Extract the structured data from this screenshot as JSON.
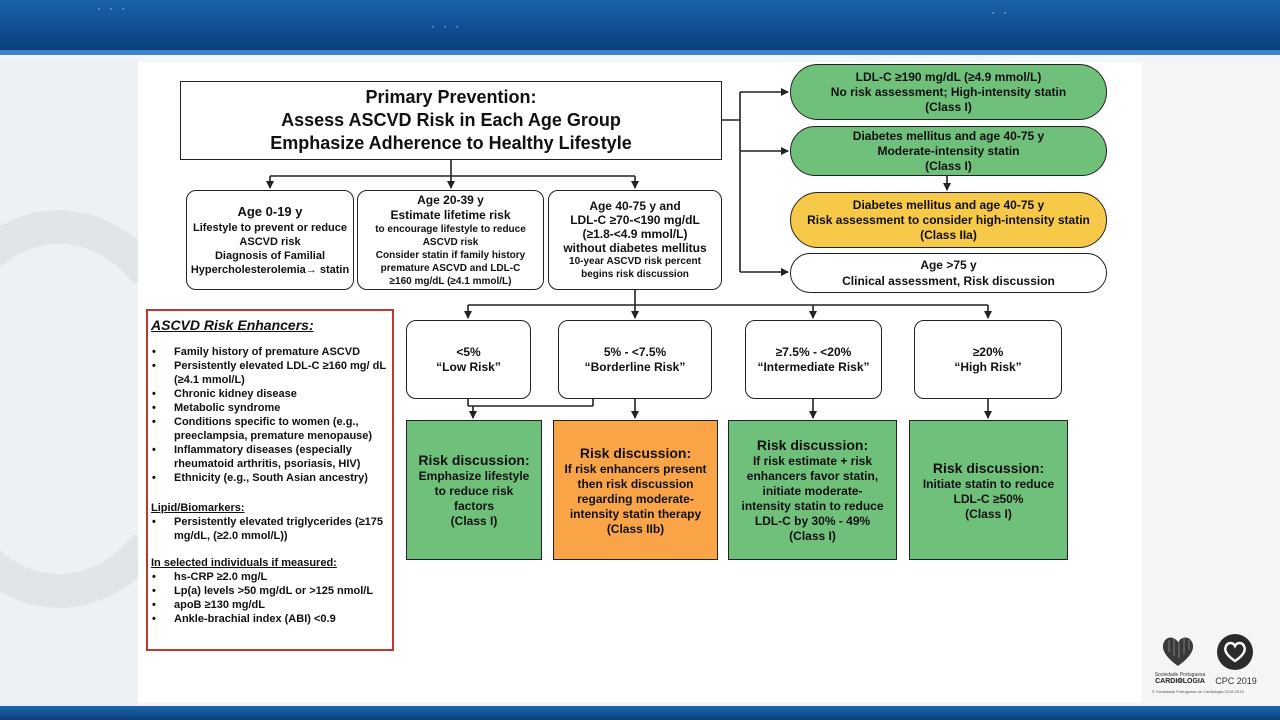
{
  "main": {
    "title": "Primary Prevention:",
    "line2": "Assess ASCVD Risk in Each Age Group",
    "line3": "Emphasize Adherence to Healthy Lifestyle"
  },
  "age_groups": {
    "age0": {
      "title": "Age 0-19 y",
      "lines": [
        "Lifestyle to prevent or reduce",
        "ASCVD risk",
        "Diagnosis of Familial",
        "Hypercholesterolemia→ statin"
      ]
    },
    "age20": {
      "title1": "Age 20-39 y",
      "title2": "Estimate lifetime risk",
      "lines": [
        "to encourage lifestyle to reduce",
        "ASCVD risk",
        "Consider statin if family history",
        "premature ASCVD and LDL-C",
        "≥160 mg/dL (≥4.1 mmol/L)"
      ]
    },
    "age40": {
      "lines": [
        "Age 40-75 y and",
        "LDL-C ≥70-<190 mg/dL",
        "(≥1.8-<4.9 mmol/L)",
        "without diabetes mellitus"
      ],
      "sub": [
        "10-year ASCVD risk percent",
        "begins risk discussion"
      ]
    }
  },
  "right_boxes": {
    "ldl": [
      "LDL-C ≥190 mg/dL (≥4.9 mmol/L)",
      "No risk assessment; High-intensity statin",
      "(Class I)"
    ],
    "dm": [
      "Diabetes mellitus and age 40-75 y",
      "Moderate-intensity statin",
      "(Class I)"
    ],
    "dm2": [
      "Diabetes mellitus and age 40-75 y",
      "Risk assessment to consider high-intensity statin",
      "(Class IIa)"
    ],
    "age75": [
      "Age >75 y",
      "Clinical assessment, Risk discussion"
    ]
  },
  "risk_levels": [
    {
      "range": "<5%",
      "label": "“Low Risk”"
    },
    {
      "range": "5% - <7.5%",
      "label": "“Borderline Risk”"
    },
    {
      "range": "≥7.5% - <20%",
      "label": "“Intermediate Risk”"
    },
    {
      "range": "≥20%",
      "label": "“High Risk”"
    }
  ],
  "discussions": [
    {
      "heading": "Risk discussion:",
      "lines": [
        "Emphasize lifestyle",
        "to reduce risk",
        "factors",
        "(Class I)"
      ]
    },
    {
      "heading": "Risk discussion:",
      "lines": [
        "If risk enhancers present",
        "then risk discussion",
        "regarding moderate-",
        "intensity statin therapy",
        "(Class IIb)"
      ]
    },
    {
      "heading": "Risk discussion:",
      "lines": [
        "If risk estimate + risk",
        "enhancers favor statin,",
        "initiate moderate-",
        "intensity statin to reduce",
        "LDL-C by 30% - 49%",
        "(Class I)"
      ]
    },
    {
      "heading": "Risk discussion:",
      "lines": [
        "Initiate statin to reduce",
        "LDL-C ≥50%",
        "(Class I)"
      ]
    }
  ],
  "enhancers": {
    "title": "ASCVD Risk Enhancers:",
    "items": [
      "Family history of premature ASCVD",
      "Persistently elevated LDL-C ≥160 mg/ dL (≥4.1 mmol/L)",
      "Chronic kidney disease",
      "Metabolic syndrome",
      "Conditions specific to women (e.g., preeclampsia, premature menopause)",
      "Inflammatory diseases (especially rheumatoid arthritis, psoriasis, HIV)",
      "Ethnicity (e.g., South Asian ancestry)"
    ],
    "lipid_title": "Lipid/Biomarkers:",
    "lipid_items": [
      "Persistently elevated triglycerides (≥175 mg/dL, (≥2.0 mmol/L))"
    ],
    "selected_title": "In selected individuals if measured:",
    "selected_items": [
      "hs-CRP ≥2.0 mg/L",
      "Lp(a) levels >50 mg/dL or >125 nmol/L",
      "apoB ≥130 mg/dL",
      "Ankle-brachial index (ABI) <0.9"
    ]
  },
  "logos": {
    "spc_label1": "Sociedade Portuguesa de",
    "spc_label2": "CARDIOLOGIA",
    "cpc_label": "CPC 2019",
    "copyright": "© Sociedade Portuguesa de Cardiologia 2018-2019"
  },
  "colors": {
    "green": "#6fc07b",
    "yellow": "#f7c948",
    "orange": "#f9a547",
    "enhancer_border": "#c0392b",
    "banner": "#0f4f93"
  }
}
